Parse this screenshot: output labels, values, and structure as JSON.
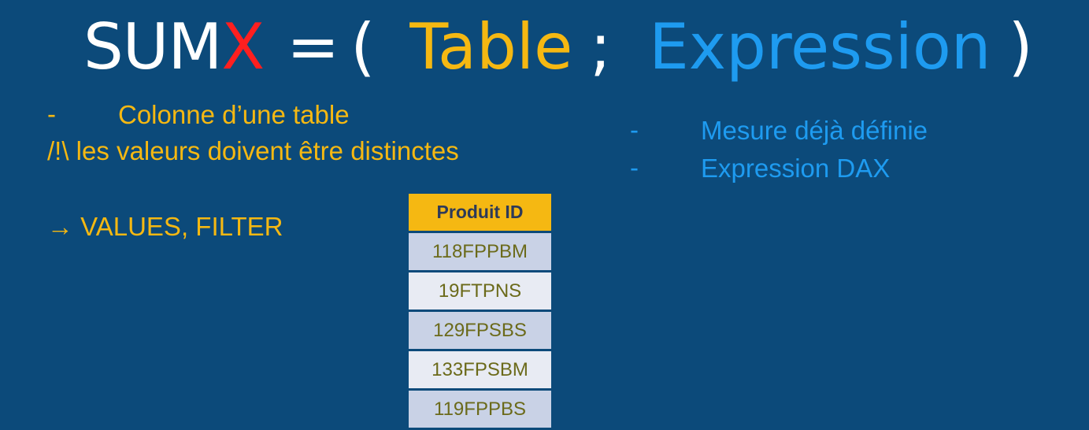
{
  "formula": {
    "func_main": "SUM",
    "func_x": "X",
    "equals": "=",
    "open_paren": "(",
    "table_arg": "Table",
    "separator": ";",
    "expression_arg": "Expression",
    "close_paren": ")"
  },
  "table_notes": {
    "bullet": "-",
    "column_label": "Colonne d’une table",
    "warning": "/!\\ les valeurs doivent être distinctes",
    "functions": "→ VALUES, FILTER"
  },
  "expression_notes": {
    "bullet": "-",
    "items": [
      "Mesure déjà définie",
      "Expression DAX"
    ]
  },
  "product_table": {
    "header": "Produit ID",
    "rows": [
      "118FPPBM",
      "19FTPNS",
      "129FPSBS",
      "133FPSBM",
      "119FPPBS"
    ]
  },
  "colors": {
    "background": "#0c4a7a",
    "table_accent": "#f5b812",
    "expression_accent": "#1e9bf0",
    "x_red": "#ff1f1f"
  }
}
